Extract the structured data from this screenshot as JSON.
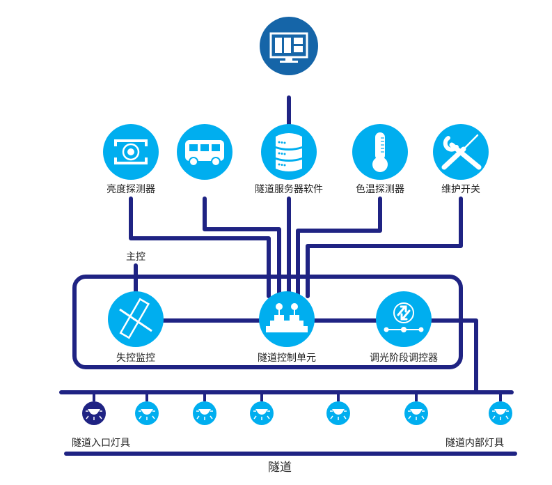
{
  "colors": {
    "primary": "#1f2383",
    "accent": "#00aeef",
    "monitor_bg": "#1565a8",
    "icon_fg": "#ffffff",
    "text": "#222222"
  },
  "nodes": {
    "monitor": {
      "icon": "monitor-dashboard-icon",
      "label": ""
    },
    "brightness_detector": {
      "icon": "camera-sensor-icon",
      "label": "亮度探测器"
    },
    "bus": {
      "icon": "bus-icon",
      "label": ""
    },
    "tunnel_server": {
      "icon": "database-server-icon",
      "label": "隧道服务器软件"
    },
    "color_temp_detector": {
      "icon": "thermometer-icon",
      "label": "色温探测器"
    },
    "maintenance_switch": {
      "icon": "wrench-screwdriver-icon",
      "label": "维护开关"
    },
    "failure_monitor": {
      "icon": "broken-link-icon",
      "label": "失控监控"
    },
    "tunnel_control_unit": {
      "icon": "control-panel-icon",
      "label": "隧道控制单元"
    },
    "dimming_controller": {
      "icon": "dimmer-icon",
      "label": "调光阶段调控器"
    }
  },
  "annotations": {
    "master_control": "主控",
    "entrance_lights": "隧道入口灯具",
    "interior_lights": "隧道内部灯具",
    "tunnel": "隧道"
  },
  "lights": [
    {
      "type": "entrance",
      "icon": "lamp-icon"
    },
    {
      "type": "interior",
      "icon": "lamp-icon"
    },
    {
      "type": "interior",
      "icon": "lamp-icon"
    },
    {
      "type": "interior",
      "icon": "lamp-icon"
    },
    {
      "type": "interior",
      "icon": "lamp-icon"
    },
    {
      "type": "interior",
      "icon": "lamp-icon"
    },
    {
      "type": "interior",
      "icon": "lamp-icon"
    }
  ]
}
